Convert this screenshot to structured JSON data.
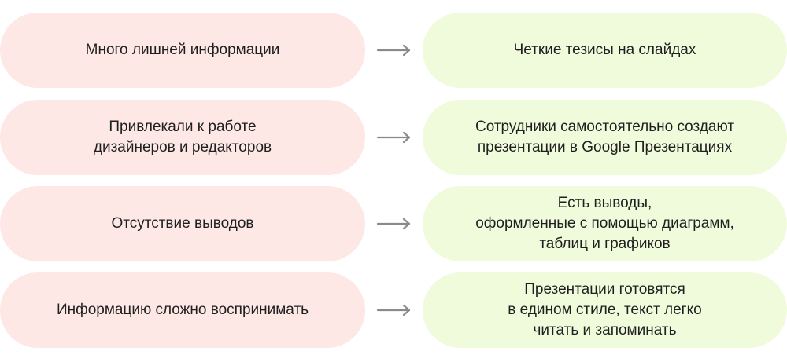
{
  "colors": {
    "problem_fill": "#fde8e5",
    "solution_fill": "#f0fbdc",
    "arrow": "#8a8a8a",
    "text": "#1f1f1f"
  },
  "rows": [
    {
      "problem": "Много лишней информации",
      "solution": "Четкие тезисы на слайдах"
    },
    {
      "problem": "Привлекали к работе\nдизайнеров и редакторов",
      "solution": "Сотрудники самостоятельно создают\nпрезентации в Google Презентациях"
    },
    {
      "problem": "Отсутствие выводов",
      "solution": "Есть выводы,\nоформленные с помощью диаграмм,\nтаблиц и графиков"
    },
    {
      "problem": "Информацию сложно воспринимать",
      "solution": "Презентации готовятся\nв едином стиле, текст легко\nчитать и запоминать"
    }
  ],
  "icons": {
    "arrow": "arrow-right-icon"
  }
}
